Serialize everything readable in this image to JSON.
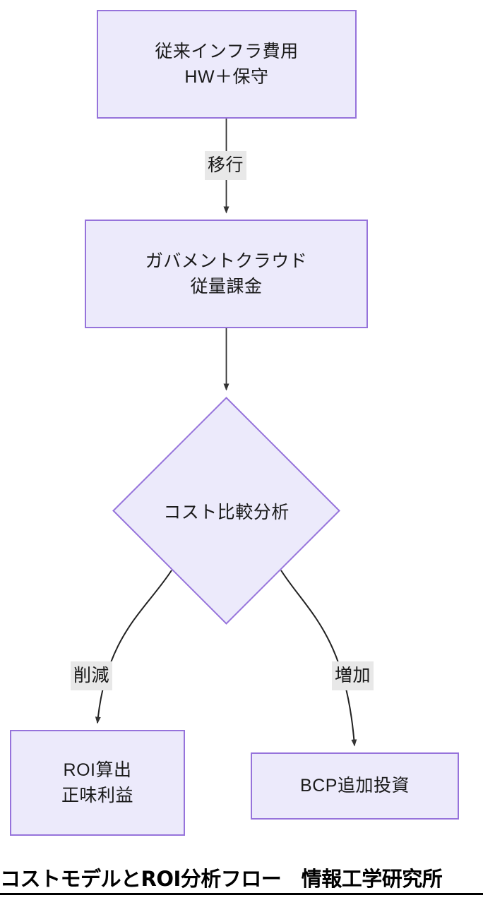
{
  "diagram": {
    "type": "flowchart",
    "direction": "top-down",
    "caption": "コストモデルとROI分析フロー　情報工学研究所",
    "colors": {
      "node_fill": "#ECEAFB",
      "node_border": "#9673DB",
      "edge_line": "#333333",
      "edge_label_bg": "#E8E8E8",
      "text": "#1a1a1a",
      "caption_text": "#000000",
      "background": "#ffffff"
    },
    "nodes": [
      {
        "id": "legacy-infra",
        "shape": "rectangle",
        "label": "従来インフラ費用\nHW＋保守"
      },
      {
        "id": "gov-cloud",
        "shape": "rectangle",
        "label": "ガバメントクラウド\n従量課金"
      },
      {
        "id": "cost-compare",
        "shape": "diamond",
        "label": "コスト比較分析"
      },
      {
        "id": "roi-calc",
        "shape": "rectangle",
        "label": "ROI算出\n正味利益"
      },
      {
        "id": "bcp-invest",
        "shape": "rectangle",
        "label": "BCP追加投資"
      }
    ],
    "edges": [
      {
        "id": "migration",
        "from": "legacy-infra",
        "to": "gov-cloud",
        "label": "移行"
      },
      {
        "id": "to-decision",
        "from": "gov-cloud",
        "to": "cost-compare",
        "label": ""
      },
      {
        "id": "reduce",
        "from": "cost-compare",
        "to": "roi-calc",
        "label": "削減"
      },
      {
        "id": "increase",
        "from": "cost-compare",
        "to": "bcp-invest",
        "label": "増加"
      }
    ]
  }
}
